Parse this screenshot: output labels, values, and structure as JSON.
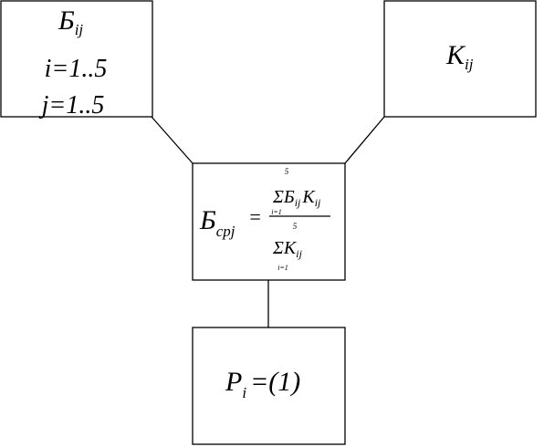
{
  "diagram": {
    "box_b": {
      "symbol": "Б",
      "symbol_subscript": "ij",
      "range_i": "i=1..5",
      "range_j": "j=1..5"
    },
    "box_k": {
      "symbol": "K",
      "symbol_subscript": "ij"
    },
    "box_avg": {
      "lhs_symbol": "Б",
      "lhs_subscript": "cpj",
      "equals": "=",
      "sum_sign": "Σ",
      "sum_upper": "5",
      "sum_lower": "i=1",
      "numerator_b": "Б",
      "numerator_b_sub": "ij",
      "numerator_k": "K",
      "numerator_k_sub": "ij",
      "denominator_k": "K",
      "denominator_k_sub": "ij"
    },
    "box_p": {
      "symbol": "P",
      "symbol_subscript": "i",
      "rhs": "=(1)"
    },
    "colors": {
      "stroke": "#000000",
      "background": "#ffffff"
    }
  }
}
